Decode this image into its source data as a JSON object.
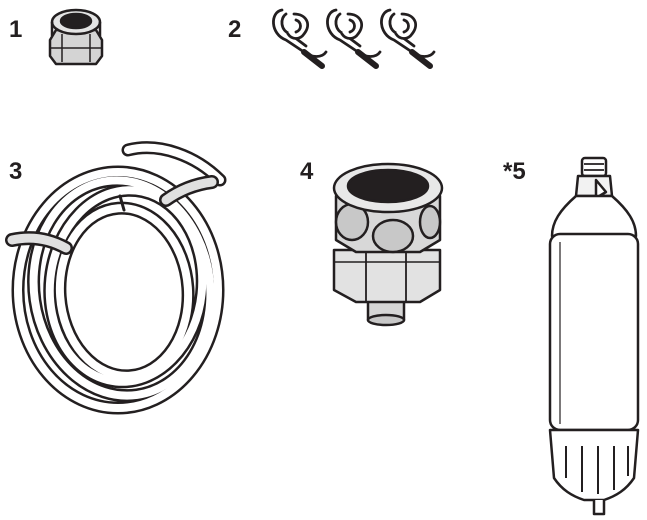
{
  "parts": [
    {
      "label": "1",
      "icon": "compression-nut-icon"
    },
    {
      "label": "2",
      "icon": "tube-clamp-icon"
    },
    {
      "label": "3",
      "icon": "coiled-water-tubing-icon"
    },
    {
      "label": "4",
      "icon": "valve-adapter-fitting-icon"
    },
    {
      "label": "*5",
      "icon": "water-filter-cartridge-icon"
    }
  ],
  "colors": {
    "ink": "#231f20",
    "fill_light": "#e6e6e6",
    "fill_mid": "#cfcfcf",
    "fill_dark": "#9a9a9a",
    "highlight": "#ffffff"
  }
}
